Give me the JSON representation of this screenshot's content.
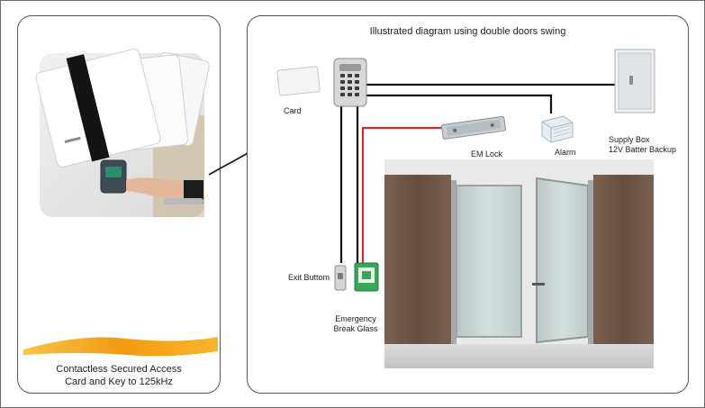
{
  "diagram_title": "Illustrated diagram using double doors swing",
  "caption_line1": "Contactless Secured Access",
  "caption_line2": "Card and Key to 125kHz",
  "labels": {
    "card": "Card",
    "em_lock": "EM Lock",
    "alarm": "Alarm",
    "supply_box_line1": "Supply Box",
    "supply_box_line2": "12V Batter Backup",
    "exit_button": "Exit Buttom",
    "emergency_line1": "Emergency",
    "emergency_line2": "Break Glass"
  },
  "colors": {
    "wire_black": "#111111",
    "wire_red": "#d42a2a",
    "wood": "#6f5748",
    "glass": "#c7d3d2",
    "accent_orange": "#f2a51a"
  }
}
